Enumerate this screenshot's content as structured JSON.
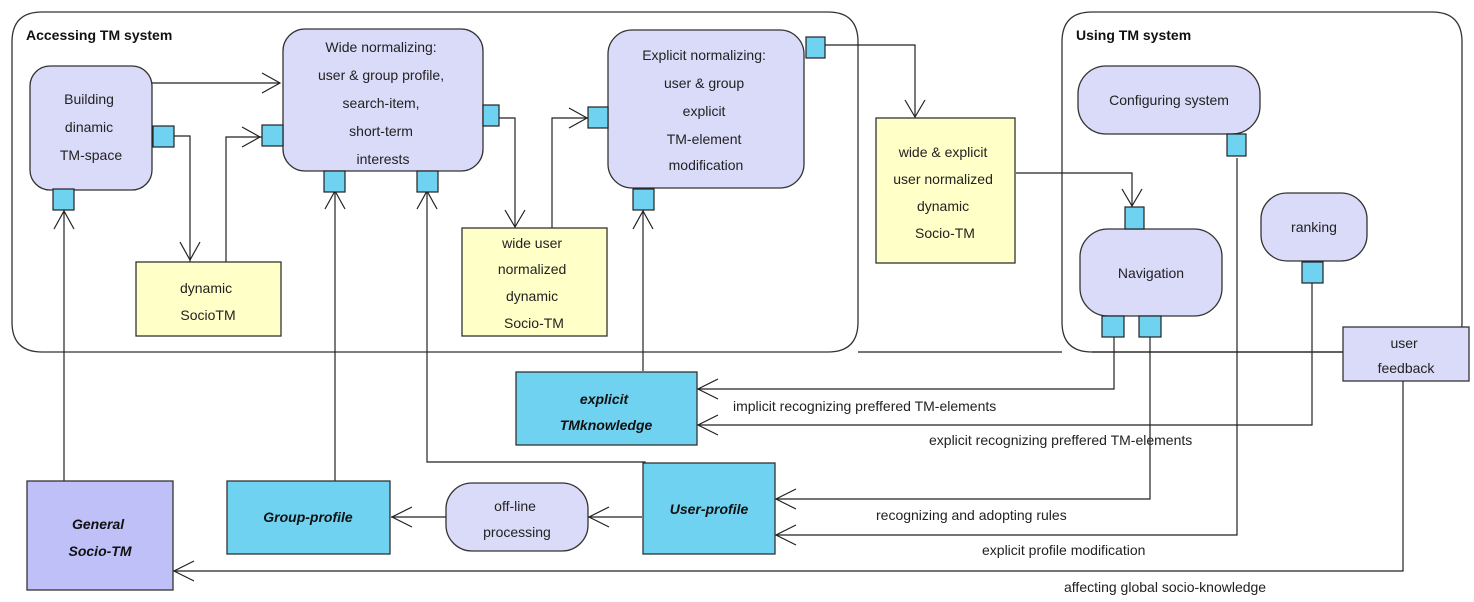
{
  "frames": {
    "accessing": "Accessing TM system",
    "using": "Using TM system"
  },
  "activities": {
    "building": [
      "Building",
      "dinamic",
      "TM-space"
    ],
    "wide_normalizing": [
      "Wide normalizing:",
      "user & group profile,",
      "search-item,",
      "short-term",
      "interests"
    ],
    "explicit_normalizing": [
      "Explicit normalizing:",
      "user & group",
      "explicit",
      "TM-element",
      "modification"
    ],
    "configuring": [
      "Configuring system"
    ],
    "navigation": [
      "Navigation"
    ],
    "ranking": [
      "ranking"
    ],
    "offline": [
      "off-line",
      "processing"
    ]
  },
  "objects": {
    "dynamic_sociotm": [
      "dynamic",
      "SocioTM"
    ],
    "wide_user_normalized": [
      "wide user",
      "normalized",
      "dynamic",
      "Socio-TM"
    ],
    "wide_explicit": [
      "wide & explicit",
      "user normalized",
      "dynamic",
      "Socio-TM"
    ],
    "user_feedback": [
      "user",
      "feedback"
    ]
  },
  "stores": {
    "explicit_tm": [
      "explicit",
      "TMknowledge"
    ],
    "user_profile": [
      "User-profile"
    ],
    "group_profile": [
      "Group-profile"
    ],
    "general_sociotm": [
      "General",
      "Socio-TM"
    ]
  },
  "flow_labels": {
    "implicit": "implicit recognizing preffered TM-elements",
    "explicit": "explicit recognizing preffered TM-elements",
    "rules": "recognizing and adopting rules",
    "profile_mod": "explicit profile modification",
    "global": "affecting global socio-knowledge"
  },
  "colors": {
    "activity_fill": "#dadaf9",
    "object_fill": "#ffffc8",
    "store_fill": "#6fd2f0",
    "general_fill": "#c0c0f8",
    "pin_fill": "#6fd2f0"
  }
}
